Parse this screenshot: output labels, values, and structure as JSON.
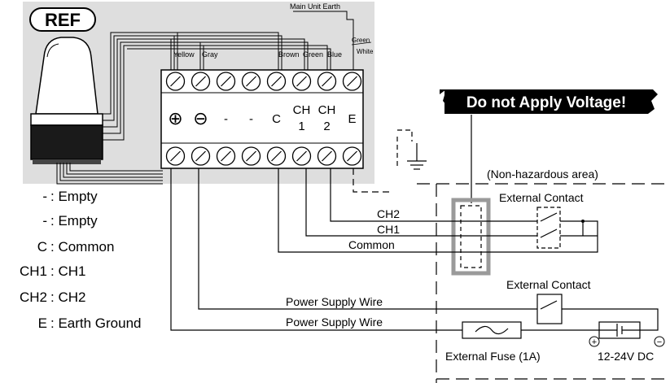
{
  "device": {
    "brand_label": "REF",
    "earth_label": "Main Unit Earth",
    "green_white_label": "Green\nWhite"
  },
  "wires": {
    "top_labels": [
      "Yellow",
      "Gray",
      "Brown",
      "Green",
      "Blue"
    ]
  },
  "terminals": {
    "symbols": [
      "⊕",
      "⊖",
      "-",
      "-",
      "C",
      "CH\n1",
      "CH\n2",
      "E"
    ]
  },
  "legend": [
    {
      "key": "-",
      "desc": ": Empty"
    },
    {
      "key": "-",
      "desc": ": Empty"
    },
    {
      "key": "C",
      "desc": ": Common"
    },
    {
      "key": "CH1",
      "desc": ": CH1"
    },
    {
      "key": "CH2",
      "desc": ": CH2"
    },
    {
      "key": "E",
      "desc": ": Earth Ground"
    }
  ],
  "warning": "Do not Apply Voltage!",
  "area_label": "(Non-hazardous area)",
  "contacts": {
    "external_contact_1": "External Contact",
    "external_contact_2": "External Contact",
    "external_fuse": "External Fuse (1A)",
    "power_source": "12-24V DC",
    "plus": "+",
    "minus": "−"
  },
  "signal_lines": {
    "ch2": "CH2",
    "ch1": "CH1",
    "common": "Common",
    "power_wire_1": "Power Supply Wire",
    "power_wire_2": "Power Supply Wire"
  }
}
